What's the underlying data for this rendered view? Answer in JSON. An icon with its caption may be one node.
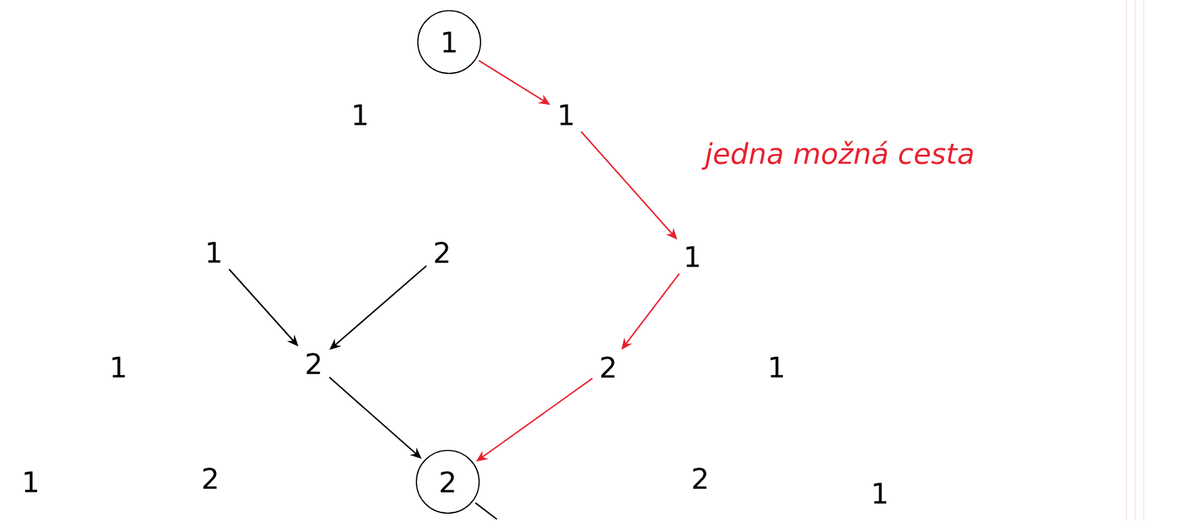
{
  "diagram": {
    "nodes": [
      {
        "text": [
          "1"
        ]
      },
      {
        "text": [
          "1"
        ]
      },
      {
        "text": [
          "1"
        ]
      },
      {
        "text": [
          "1"
        ]
      },
      {
        "text": [
          "2"
        ]
      },
      {
        "text": [
          "1"
        ]
      },
      {
        "text": [
          "1"
        ]
      },
      {
        "text": [
          "2"
        ]
      },
      {
        "text": [
          "2"
        ]
      },
      {
        "text": [
          "1"
        ]
      },
      {
        "text": [
          "1"
        ]
      },
      {
        "text": [
          "2"
        ]
      },
      {
        "text": [
          "2"
        ]
      },
      {
        "text": [
          "2"
        ]
      },
      {
        "text": [
          "1"
        ]
      }
    ],
    "edges": [
      {
        "from": 0,
        "to": 2,
        "arrow": "to",
        "color": "#e8202e"
      },
      {
        "from": 2,
        "to": 5,
        "arrow": "to",
        "color": "#e8202e"
      },
      {
        "from": 5,
        "to": 8,
        "arrow": "to",
        "color": "#e8202e"
      },
      {
        "from": 8,
        "to": 12,
        "arrow": "to",
        "color": "#e8202e"
      },
      {
        "from": 3,
        "to": 7,
        "arrow": "to",
        "color": "#000000"
      },
      {
        "from": 4,
        "to": 7,
        "arrow": "to",
        "color": "#000000"
      },
      {
        "from": 7,
        "to": 12,
        "arrow": "to",
        "color": "#000000"
      },
      {
        "from": 12,
        "to": null,
        "arrow": "none",
        "color": "#000000"
      }
    ],
    "labels": [
      "jedna možná cesta"
    ]
  }
}
